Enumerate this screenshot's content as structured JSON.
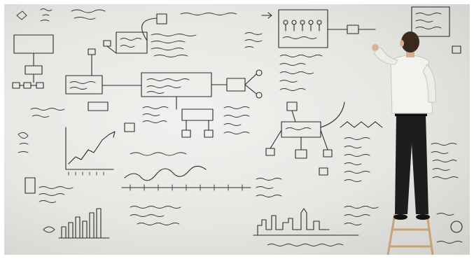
{
  "scene": {
    "description_tags": [
      "whiteboard",
      "business-diagrams",
      "person-on-ladder"
    ],
    "colors": {
      "board": "#e8e8e5",
      "ink": "#2a2a2a",
      "shirt": "#f4f2ee",
      "trousers": "#1d1d1d",
      "hair": "#3a2a1e",
      "ladder": "#c9a27a"
    }
  }
}
